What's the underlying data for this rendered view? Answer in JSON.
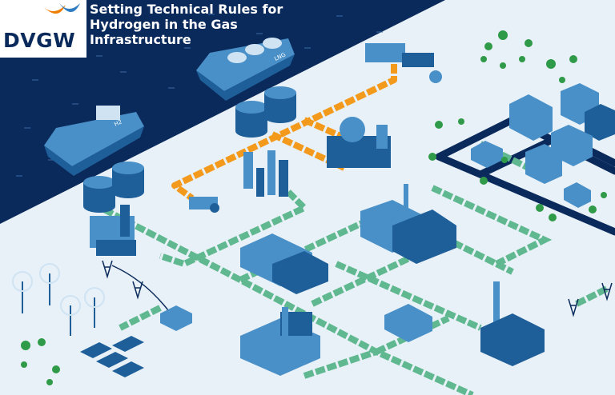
{
  "logo": {
    "text": "DVGW"
  },
  "title": {
    "line1": "Setting Technical Rules for",
    "line2": "Hydrogen in the Gas",
    "line3": "Infrastructure"
  },
  "ships": [
    {
      "label": "H2"
    },
    {
      "label": "LNG"
    }
  ],
  "colors": {
    "sea": "#0b2a5c",
    "land": "#e8f1f7",
    "hydrogen_pipe": "#f39a1c",
    "gas_pipe": "#5fb88f",
    "building": "#4a90c8",
    "building_dark": "#1f5f99",
    "road": "#0b2a5c",
    "tree": "#2f9a48",
    "logo_orange": "#ef7d00",
    "logo_blue": "#2f7dc2"
  }
}
